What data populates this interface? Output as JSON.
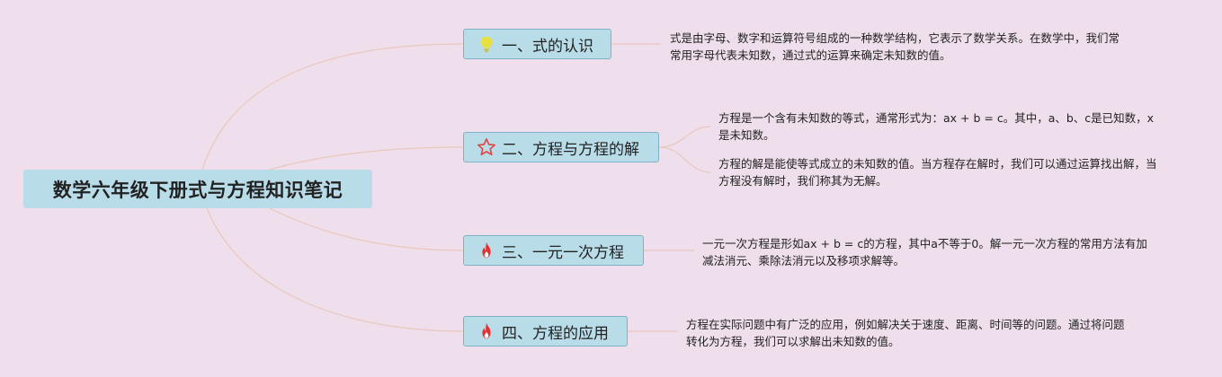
{
  "root": {
    "title": "数学六年级下册式与方程知识笔记"
  },
  "branches": [
    {
      "label": "一、式的认识",
      "icon": "lightbulb-icon"
    },
    {
      "label": "二、方程与方程的解",
      "icon": "star-icon"
    },
    {
      "label": "三、一元一次方程",
      "icon": "fire-icon"
    },
    {
      "label": "四、方程的应用",
      "icon": "fire-icon"
    }
  ],
  "notes": {
    "n1": "式是由字母、数字和运算符号组成的一种数学结构，它表示了数学关系。在数学中，我们常常用字母代表未知数，通过式的运算来确定未知数的值。",
    "n2a": "方程是一个含有未知数的等式，通常形式为：ax + b = c。其中，a、b、c是已知数，x是未知数。",
    "n2b": "方程的解是能使等式成立的未知数的值。当方程存在解时，我们可以通过运算找出解，当方程没有解时，我们称其为无解。",
    "n3": "一元一次方程是形如ax + b = c的方程，其中a不等于0。解一元一次方程的常用方法有加减法消元、乘除法消元以及移项求解等。",
    "n4": "方程在实际问题中有广泛的应用，例如解决关于速度、距离、时间等的问题。通过将问题转化为方程，我们可以求解出未知数的值。"
  },
  "colors": {
    "background": "#efdfec",
    "node_fill": "#b9dce9",
    "connector": "#e8c8bc",
    "lightbulb": "#e8e040",
    "star": "#e04848",
    "fire": "#e03030"
  }
}
